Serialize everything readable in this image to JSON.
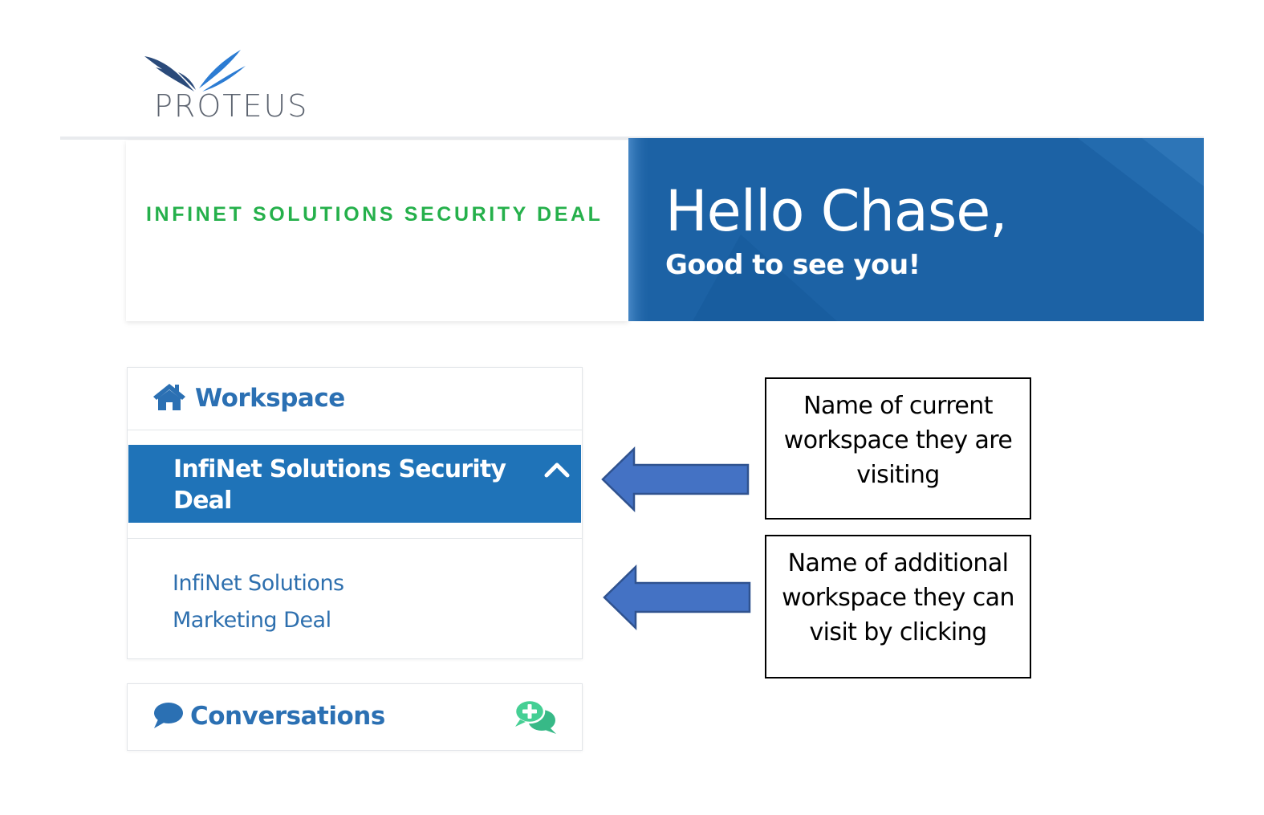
{
  "logo": {
    "text": "PROTEUS"
  },
  "banner": {
    "deal_title": "INFINET SOLUTIONS SECURITY DEAL",
    "greeting": "Hello Chase,",
    "subgreeting": "Good to see you!"
  },
  "workspace_panel": {
    "title": "Workspace",
    "current_workspace": "InfiNet Solutions Security Deal",
    "other_workspace": "InfiNet Solutions Marketing Deal"
  },
  "conversations_panel": {
    "title": "Conversations"
  },
  "annotations": [
    {
      "text": "Name of current workspace they are visiting"
    },
    {
      "text": "Name of additional workspace they can visit by clicking"
    }
  ],
  "icons": {
    "logo": "proteus-wings-logo-icon",
    "workspace": "home-icon",
    "collapse": "chevron-up-icon",
    "conversations": "chat-bubble-icon",
    "new_conversation": "add-conversation-icon"
  },
  "colors": {
    "brand_blue": "#1c62a5",
    "selected_blue": "#1f73b8",
    "link_blue": "#2d6fae",
    "deal_green": "#25b04b",
    "icon_green": "#3cc48a",
    "arrow_blue": "#4472c4"
  }
}
